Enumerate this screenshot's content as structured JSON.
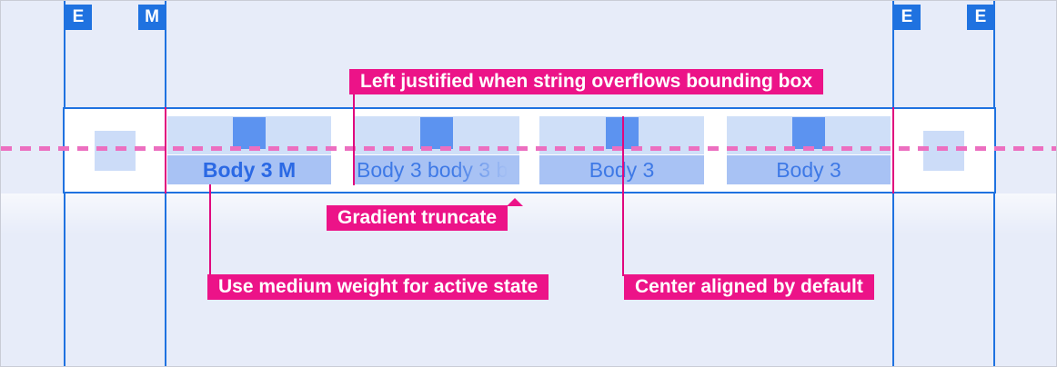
{
  "colors": {
    "background": "#e7ecf9",
    "guide_blue": "#1f72e0",
    "annotation_magenta": "#ec1388",
    "leader_magenta": "#e0077e",
    "dashed_baseline_pink": "#ec6fc0",
    "tab_hit_area": "#cfdff8",
    "tab_label_bg": "#a8c2f4",
    "spacing_square_blue": "#5c93f0",
    "edge_square_blue": "#ccdcf8",
    "active_text_blue": "#2b69e4",
    "inactive_text_blue": "#3e79e6"
  },
  "guides": {
    "markers": [
      {
        "label": "E"
      },
      {
        "label": "M"
      },
      {
        "label": "E"
      },
      {
        "label": "E"
      }
    ]
  },
  "tabs": [
    {
      "label": "Body 3 M",
      "state": "active-medium-weight"
    },
    {
      "label": "Body 3 body 3 b",
      "state": "overflow-gradient-truncated"
    },
    {
      "label": "Body 3",
      "state": "default"
    },
    {
      "label": "Body 3",
      "state": "default"
    }
  ],
  "annotations": {
    "left_justified": "Left justified when string overflows bounding box",
    "gradient_truncate": "Gradient truncate",
    "medium_weight": "Use medium weight for active state",
    "center_aligned": "Center aligned by default"
  }
}
